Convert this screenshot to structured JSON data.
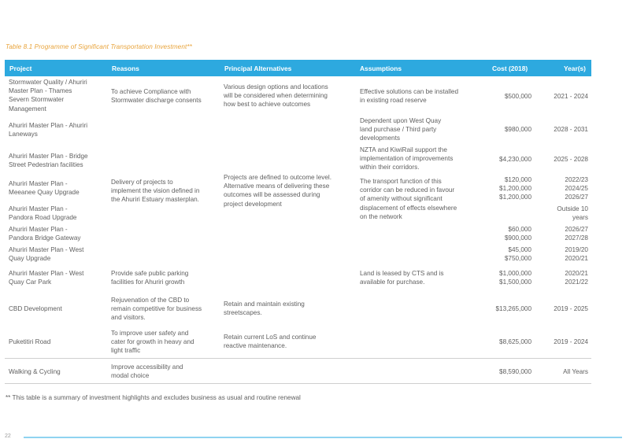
{
  "caption": "Table 8.1 Programme of Significant Transportation Investment**",
  "headers": {
    "project": "Project",
    "reasons": "Reasons",
    "alternatives": "Principal Alternatives",
    "assumptions": "Assumptions",
    "cost": "Cost (2018)",
    "years": "Year(s)"
  },
  "rows": {
    "stormwater": {
      "project": "Stormwater Quality / Ahuriri\nMaster Plan - Thames\nSevern Stormwater\nManagement",
      "reasons": "To achieve Compliance with\nStormwater discharge consents",
      "alternatives": "Various design options and locations\nwill be considered when determining\nhow best to achieve outcomes",
      "assumptions": "Effective solutions can be installed\nin existing road reserve",
      "cost": "$500,000",
      "years": "2021 - 2024"
    },
    "laneways": {
      "project": "Ahuriri Master Plan - Ahuriri\nLaneways",
      "assumptions": "Dependent upon West Quay\nland purchase / Third party\ndevelopments",
      "cost": "$980,000",
      "years": "2028 - 2031"
    },
    "bridge_street": {
      "project": "Ahuriri Master Plan - Bridge\nStreet Pedestrian facilities",
      "assumptions": "NZTA and KiwiRail support the\nimplementation of improvements\nwithin their corridors.",
      "cost": "$4,230,000",
      "years": "2025 - 2028"
    },
    "meeanee": {
      "project": "Ahuriri Master Plan -\nMeeanee Quay Upgrade",
      "cost": "$120,000\n$1,200,000\n$1,200,000",
      "years": "2022/23\n2024/25\n2026/27"
    },
    "pandora_road": {
      "project": "Ahuriri Master Plan -\nPandora Road Upgrade",
      "years": "Outside 10\nyears"
    },
    "pandora_bridge": {
      "project": "Ahuriri Master Plan -\nPandora Bridge Gateway",
      "cost": "$60,000\n$900,000",
      "years": "2026/27\n2027/28"
    },
    "west_quay_upgrade": {
      "project": "Ahuriri Master Plan - West\nQuay Upgrade",
      "cost": "$45,000\n$750,000",
      "years": "2019/20\n2020/21"
    },
    "west_quay_car": {
      "project": "Ahuriri Master Plan - West\nQuay Car Park",
      "reasons": "Provide safe public parking\nfacilities for Ahuriri growth",
      "assumptions": "Land is leased by CTS and is\navailable for purchase.",
      "cost": "$1,000,000\n$1,500,000",
      "years": "2020/21\n2021/22"
    },
    "cbd": {
      "project": "CBD Development",
      "reasons": "Rejuvenation of the CBD to\nremain competitive for business\nand visitors.",
      "alternatives": "Retain and maintain existing\nstreetscapes.",
      "cost": "$13,265,000",
      "years": "2019 - 2025"
    },
    "puketitiri": {
      "project": "Puketitiri Road",
      "reasons": "To improve user safety and\ncater for growth in heavy and\nlight traffic",
      "alternatives": "Retain current LoS and continue\nreactive maintenance.",
      "cost": "$8,625,000",
      "years": "2019 - 2024"
    },
    "walking": {
      "project": "Walking & Cycling",
      "reasons": "Improve accessibility and\nmodal choice",
      "cost": "$8,590,000",
      "years": "All Years"
    }
  },
  "merged": {
    "ahuriri_reasons": "Delivery of projects to\nimplement the vision defined in\nthe Ahuriri Estuary masterplan.",
    "ahuriri_alternatives": "Projects are defined to outcome level.\nAlternative means of delivering these\noutcomes will be assessed during\nproject development",
    "ahuriri_assumptions": "The transport function of this\ncorridor can be reduced in favour\nof amenity without significant\ndisplacement of effects elsewhere\non the network"
  },
  "footnote": "** This table is a summary of investment highlights and excludes business as usual and routine renewal",
  "page_number": "22",
  "colors": {
    "header": "#2da9df",
    "caption": "#e8a33a",
    "text": "#5f5f5f"
  }
}
